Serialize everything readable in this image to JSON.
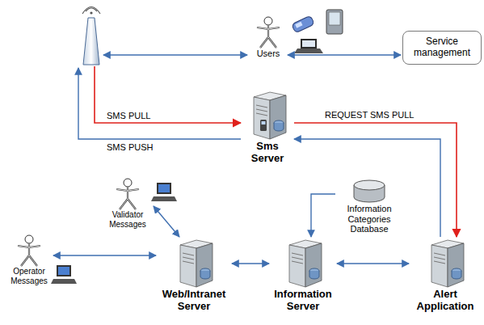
{
  "diagram": {
    "nodes": [
      {
        "text": [
          "Users"
        ]
      },
      {
        "text": [
          "Service management"
        ]
      },
      {
        "text": [
          "Sms Server"
        ]
      },
      {
        "text": [
          "Validator Messages"
        ]
      },
      {
        "text": [
          "Information Categories Database"
        ]
      },
      {
        "text": [
          "Operator Messages"
        ]
      },
      {
        "text": [
          "Web/Intranet Server"
        ]
      },
      {
        "text": [
          "Information Server"
        ]
      },
      {
        "text": [
          "Alert Application"
        ]
      }
    ],
    "edges": [
      {
        "from": 0,
        "to": 1,
        "arrow": "both"
      },
      {
        "from": 2,
        "to": 8,
        "label": "REQUEST SMS PULL",
        "arrow": "to"
      },
      {
        "from": 8,
        "to": 2,
        "arrow": "to"
      },
      {
        "from": 3,
        "to": 6,
        "arrow": "both"
      },
      {
        "from": 5,
        "to": 6,
        "arrow": "both"
      },
      {
        "from": 6,
        "to": 7,
        "arrow": "both"
      },
      {
        "from": 7,
        "to": 8,
        "arrow": "both"
      },
      {
        "from": 4,
        "to": 7,
        "arrow": "to"
      }
    ],
    "labels": [
      "SMS PULL",
      "SMS PUSH"
    ]
  }
}
